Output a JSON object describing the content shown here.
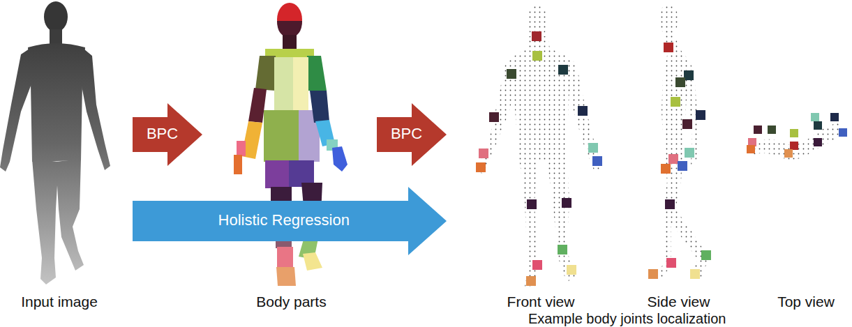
{
  "diagram": {
    "nodes": [
      {
        "text": [
          "Input image"
        ]
      },
      {
        "text": [
          "Body parts"
        ]
      },
      {
        "text": [
          "Front view"
        ]
      },
      {
        "text": [
          "Side view"
        ]
      },
      {
        "text": [
          "Top view"
        ]
      }
    ],
    "edges": [
      {
        "from": 0,
        "to": 1,
        "arrow": "to",
        "label": "BPC"
      },
      {
        "from": 1,
        "to": 2,
        "arrow": "to",
        "label": "BPC"
      },
      {
        "from": 0,
        "to": 2,
        "arrow": "to",
        "label": "Holistic Regression"
      }
    ],
    "labels": [
      "Example body joints localization"
    ]
  }
}
